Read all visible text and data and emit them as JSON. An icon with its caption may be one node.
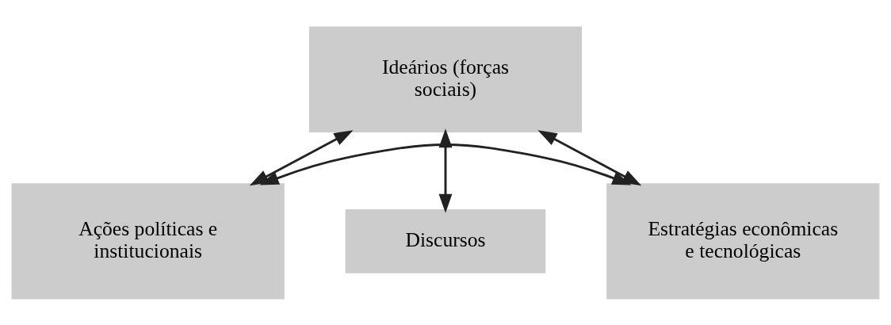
{
  "diagram": {
    "nodes": [
      {
        "text": [
          "Ideários (forças sociais)"
        ]
      },
      {
        "text": [
          "Discursos"
        ]
      },
      {
        "text": [
          "Ações políticas e institucionais"
        ]
      },
      {
        "text": [
          "Estratégias econômicas e tecnológicas"
        ]
      }
    ],
    "edges": [
      {
        "from": 2,
        "to": 0,
        "arrow": "both"
      },
      {
        "from": 0,
        "to": 3,
        "arrow": "both"
      },
      {
        "from": 0,
        "to": 1,
        "arrow": "both"
      },
      {
        "from": 2,
        "to": 3,
        "arrow": "both"
      }
    ]
  }
}
